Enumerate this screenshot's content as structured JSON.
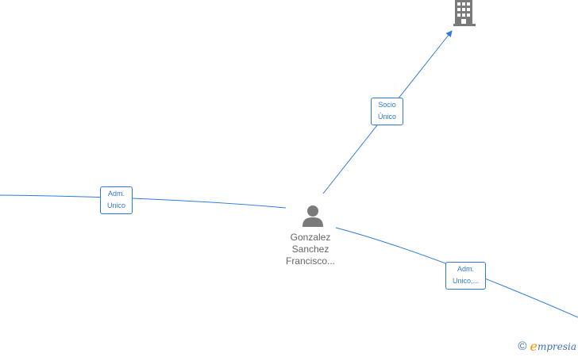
{
  "person": {
    "icon": "person-icon",
    "name_lines": [
      "Gonzalez",
      "Sanchez",
      "Francisco..."
    ]
  },
  "company": {
    "icon": "building-icon"
  },
  "edges": {
    "socio": {
      "lines": [
        "Socio",
        "Único"
      ]
    },
    "adm_left": {
      "lines": [
        "Adm.",
        "Unico"
      ]
    },
    "adm_right": {
      "lines": [
        "Adm.",
        "Unico,..."
      ]
    }
  },
  "colors": {
    "edge": "#2f7bd9",
    "icon": "#7a7a7a",
    "name_text": "#666666"
  },
  "watermark": {
    "copyright": "©",
    "brand_initial": "e",
    "brand_rest": "mpresia"
  }
}
